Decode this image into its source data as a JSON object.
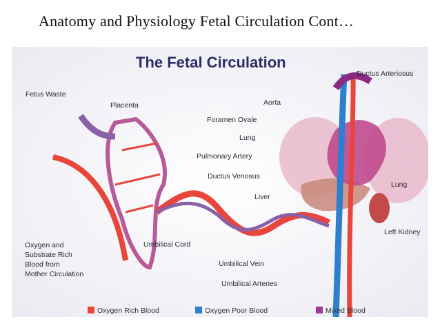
{
  "slide": {
    "title": "Anatomy and Physiology Fetal Circulation Cont…"
  },
  "figure": {
    "title": "The Fetal Circulation",
    "labels": {
      "fetus_waste": "Fetus Waste",
      "placenta": "Placenta",
      "aorta": "Aorta",
      "ductus_arteriosus": "Ductus Arteriosus",
      "foramen_ovale": "Foramen Ovale",
      "lung_left": "Lung",
      "pulmonary_artery": "Pulmonary Artery",
      "ductus_venosus": "Ductus Venosus",
      "liver": "Liver",
      "lung_right": "Lung",
      "left_kidney": "Left Kidney",
      "oxygen_line1": "Oxygen and",
      "oxygen_line2": "Substrate Rich",
      "oxygen_line3": "Blood from",
      "oxygen_line4": "Mother Circulation",
      "umbilical_cord": "Umbilical Cord",
      "umbilical_vein": "Umbilical Vein",
      "umbilical_arteries": "Umbilical Arteries"
    },
    "legend": [
      {
        "label": "Oxygen Rich Blood",
        "color": "#e8463c"
      },
      {
        "label": "Oxygen Poor Blood",
        "color": "#2f7fd0"
      },
      {
        "label": "Mixed Blood",
        "color": "#a0389a"
      }
    ]
  }
}
